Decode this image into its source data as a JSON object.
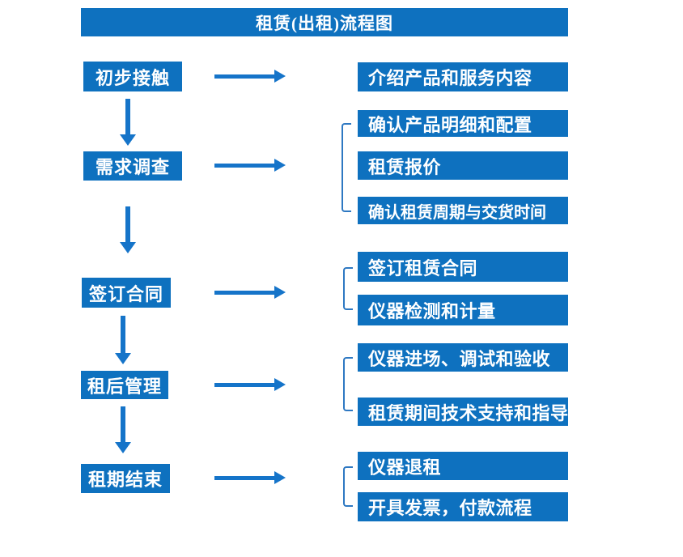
{
  "title": "租赁(出租)流程图",
  "colors": {
    "box_blue": "#0e71bf",
    "arrow_blue": "#1574c9",
    "bracket_blue": "#2e78c2",
    "text": "#ffffff",
    "background": "#ffffff"
  },
  "flow": {
    "steps": [
      {
        "label": "初步接触",
        "details": [
          "介绍产品和服务内容"
        ]
      },
      {
        "label": "需求调查",
        "details": [
          "确认产品明细和配置",
          "租赁报价",
          "确认租赁周期与交货时间"
        ]
      },
      {
        "label": "签订合同",
        "details": [
          "签订租赁合同",
          "仪器检测和计量"
        ]
      },
      {
        "label": "租后管理",
        "details": [
          "仪器进场、调试和验收",
          "租赁期间技术支持和指导"
        ]
      },
      {
        "label": "租期结束",
        "details": [
          "仪器退租",
          "开具发票，付款流程"
        ]
      }
    ]
  }
}
